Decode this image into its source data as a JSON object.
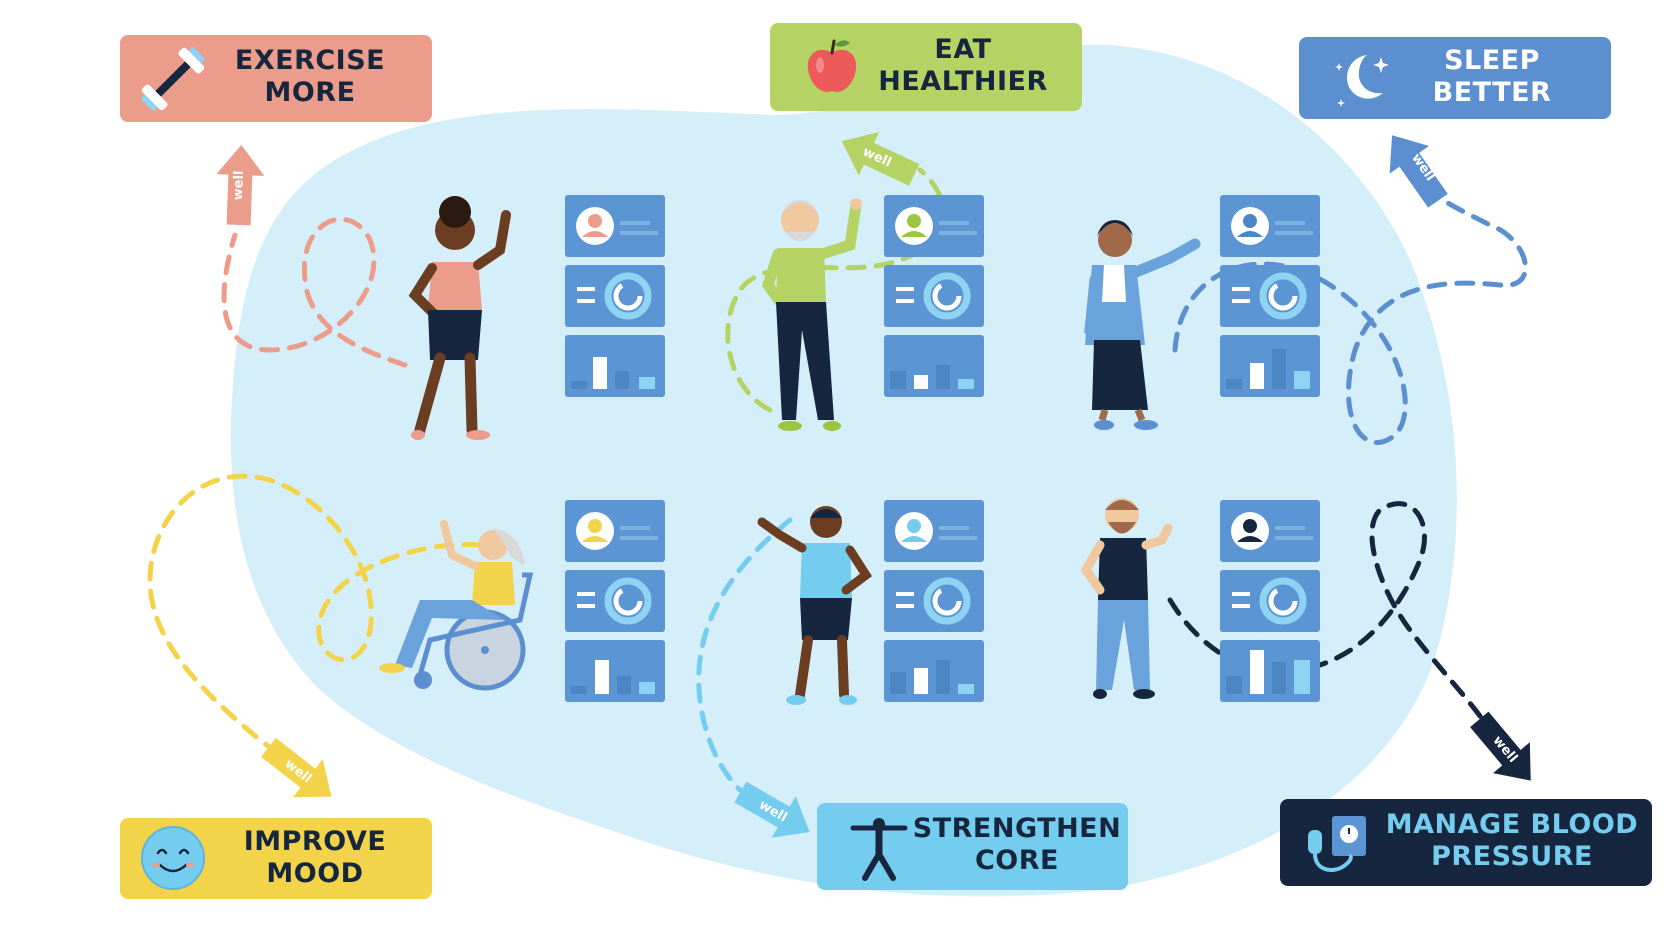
{
  "goals": {
    "exercise": {
      "line1": "EXERCISE",
      "line2": "MORE",
      "bg": "#eb9c8a",
      "fg": "#17263f",
      "icon": "dumbbell-icon"
    },
    "eat": {
      "line1": "EAT",
      "line2": "HEALTHIER",
      "bg": "#b5d365",
      "fg": "#17263f",
      "icon": "apple-icon"
    },
    "sleep": {
      "line1": "SLEEP",
      "line2": "BETTER",
      "bg": "#5b8fcf",
      "fg": "#ffffff",
      "icon": "moon-icon"
    },
    "mood": {
      "line1": "IMPROVE",
      "line2": "MOOD",
      "bg": "#f3d34a",
      "fg": "#17263f",
      "icon": "smiley-icon"
    },
    "core": {
      "line1": "STRENGTHEN",
      "line2": "CORE",
      "bg": "#74cdee",
      "fg": "#17263f",
      "icon": "stretch-figure-icon"
    },
    "bp": {
      "line1": "MANAGE BLOOD",
      "line2": "PRESSURE",
      "bg": "#17263f",
      "fg": "#74cdee",
      "icon": "blood-pressure-monitor-icon"
    }
  },
  "arrow_brand": "well",
  "colors": {
    "blob": "#d4eff9",
    "card": "#5b95d4",
    "card_light": "#6aa3dc",
    "ring": "#8fd3f2",
    "navy": "#17263f",
    "skin_dark": "#6b3e23",
    "skin_light": "#f0c8a0"
  }
}
